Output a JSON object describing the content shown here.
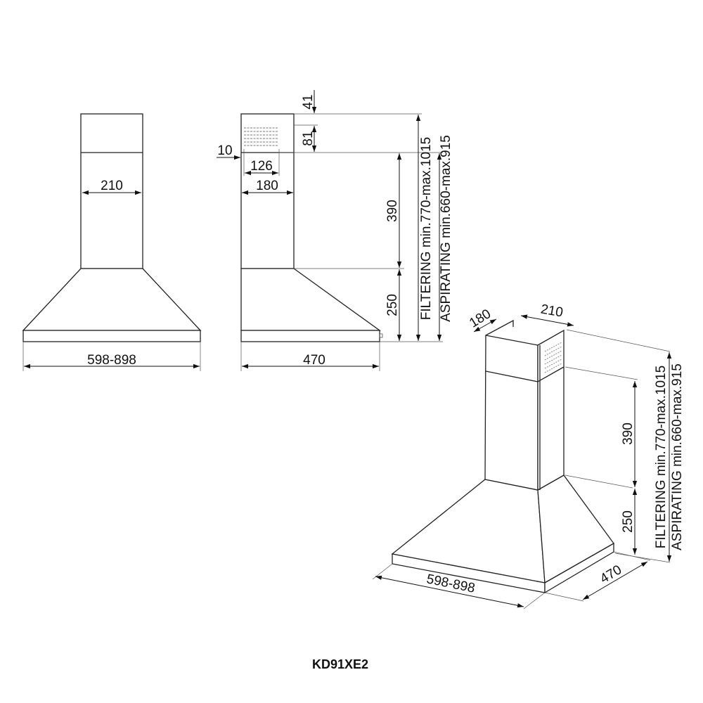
{
  "title": "KD91XE2",
  "front_view": {
    "chimney_width": "210",
    "hood_width": "598-898"
  },
  "side_view": {
    "top_gap": "41",
    "grille_height": "81",
    "offset": "10",
    "grille_width": "126",
    "chimney_depth": "180",
    "upper_height": "390",
    "hood_height": "250",
    "hood_depth": "470",
    "filtering": "FILTERING  min.770-max.1015",
    "aspirating": "ASPIRATING  min.660-max.915"
  },
  "iso_view": {
    "chimney_depth": "180",
    "chimney_width": "210",
    "upper_height": "390",
    "hood_height": "250",
    "hood_width": "598-898",
    "hood_depth": "470",
    "filtering": "FILTERING  min.770-max.1015",
    "aspirating": "ASPIRATING  min.660-max.915"
  }
}
